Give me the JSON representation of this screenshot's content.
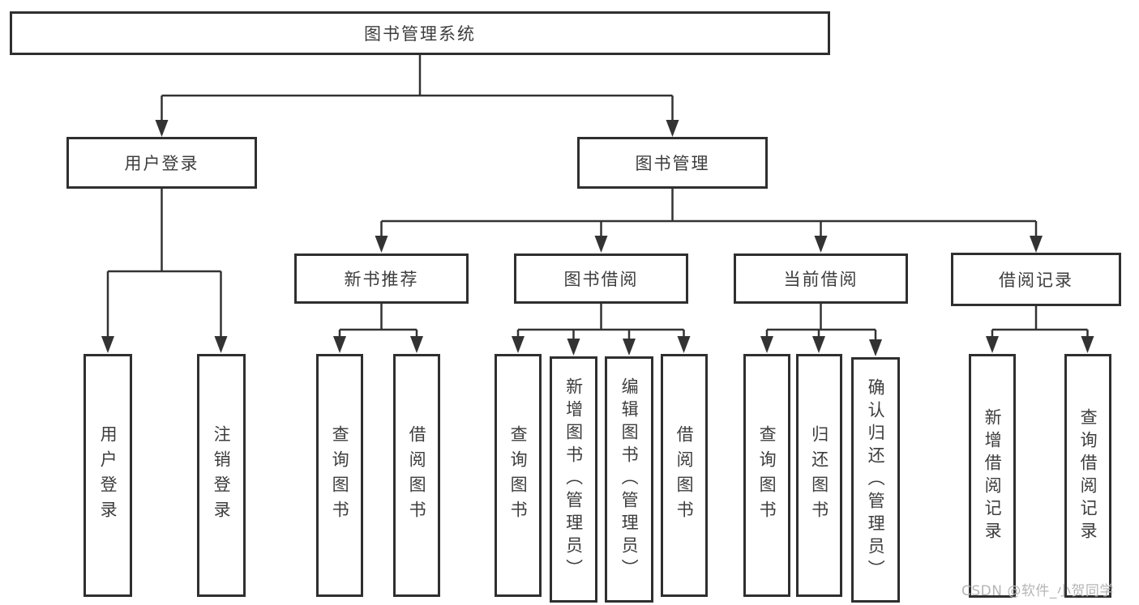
{
  "tree": {
    "root": "图书管理系统",
    "user_login": {
      "label": "用户登录",
      "login": "用户登录",
      "logout": "注销登录"
    },
    "book_management": {
      "label": "图书管理",
      "new_book_recommend": {
        "label": "新书推荐",
        "query_books": "查询图书",
        "borrow_books": "借阅图书"
      },
      "book_borrowing": {
        "label": "图书借阅",
        "query_books": "查询图书",
        "add_books_admin": "新增图书（管理员）",
        "edit_books_admin": "编辑图书（管理员）",
        "borrow_books": "借阅图书"
      },
      "current_borrowing": {
        "label": "当前借阅",
        "query_books": "查询图书",
        "return_books": "归还图书",
        "confirm_return_admin": "确认归还（管理员）"
      },
      "borrowing_records": {
        "label": "借阅记录",
        "add_record": "新增借阅记录",
        "query_record": "查询借阅记录"
      }
    }
  },
  "watermark": "CSDN @软件_小贺同学",
  "colors": {
    "line": "#333333",
    "border": "#2f2f2f",
    "text": "#3d3d3d",
    "watermark": "#b5b5b5"
  }
}
